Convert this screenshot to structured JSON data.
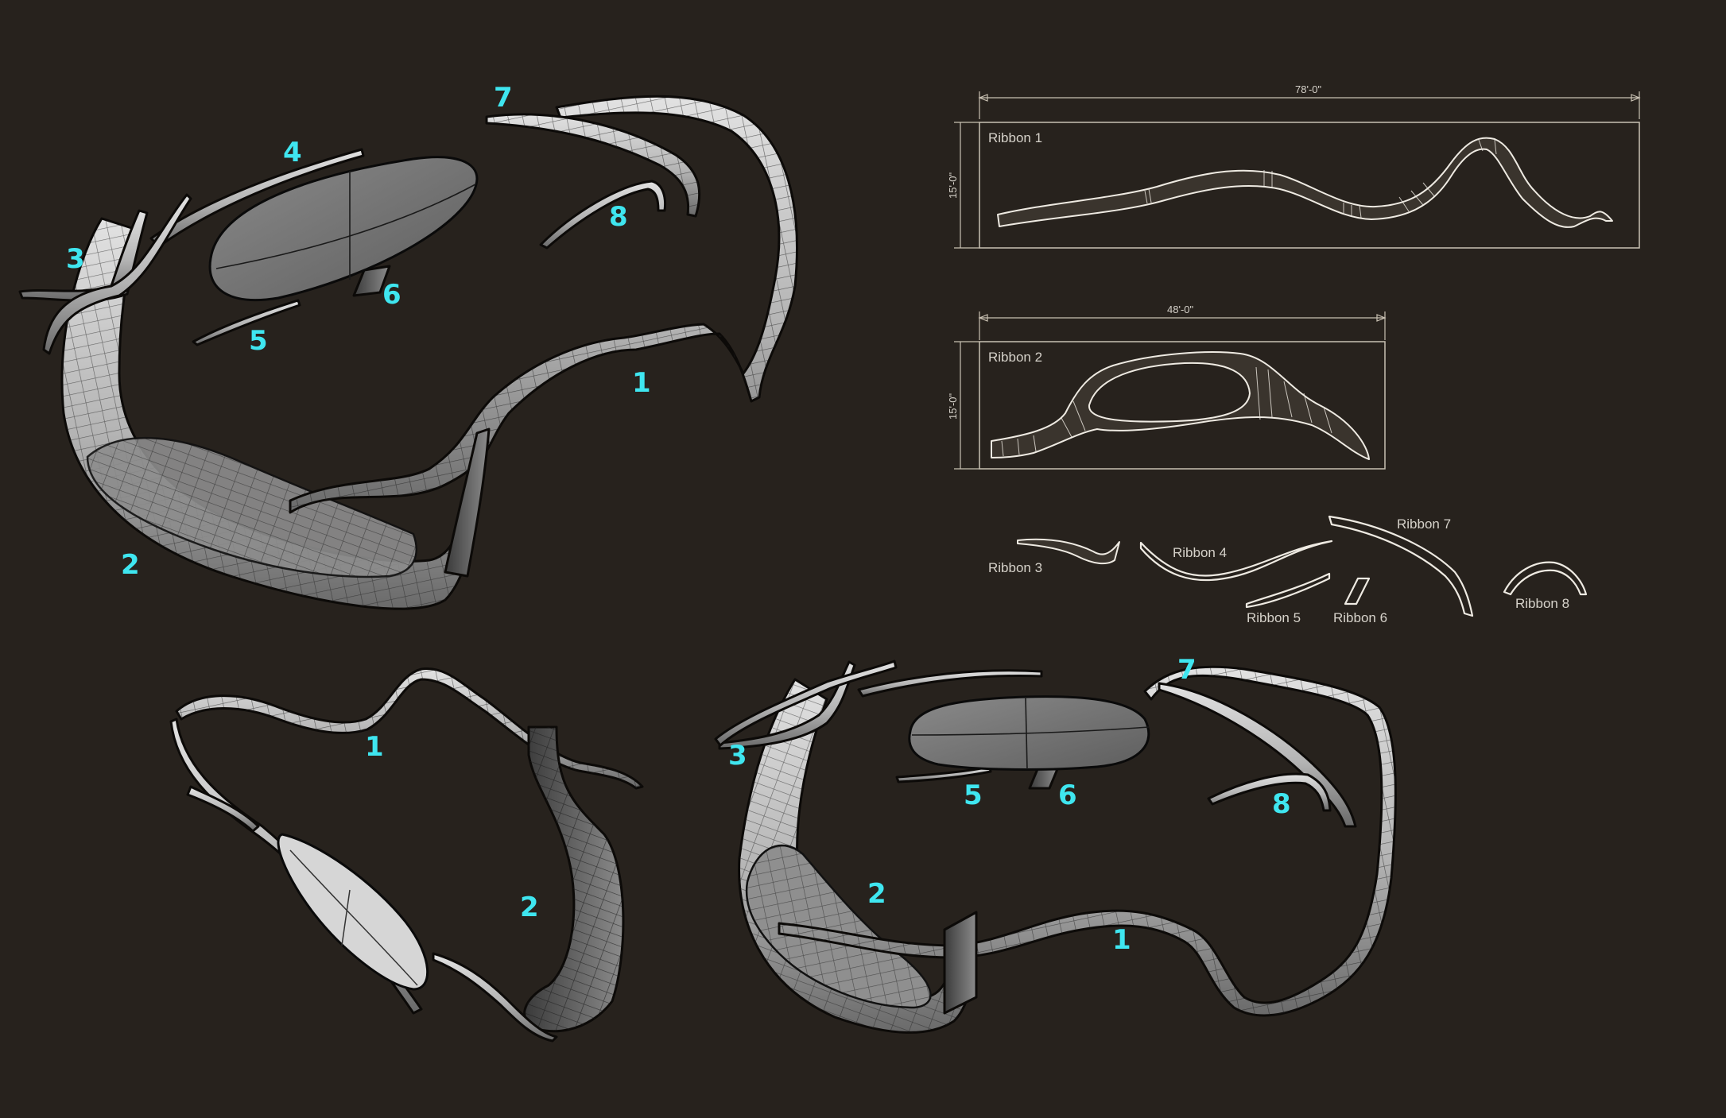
{
  "colors": {
    "background": "#27221d",
    "callout": "#3fe6f0",
    "ribbon_fill": "#c9c9c9",
    "ribbon_shadow": "#6e6e6e",
    "canopy_fill": "#7a7a7a",
    "drawing_line": "#eeeae2"
  },
  "views": {
    "top_left": {
      "callouts": [
        "1",
        "2",
        "3",
        "4",
        "5",
        "6",
        "7",
        "8"
      ]
    },
    "bottom_left": {
      "callouts": [
        "1",
        "2"
      ]
    },
    "bottom_right": {
      "callouts": [
        "1",
        "2",
        "3",
        "5",
        "6",
        "7",
        "8"
      ]
    }
  },
  "flat_pattern": {
    "ribbon1": {
      "label": "Ribbon 1",
      "width_dim": "78'-0\"",
      "height_dim": "15'-0\""
    },
    "ribbon2": {
      "label": "Ribbon 2",
      "width_dim": "48'-0\"",
      "height_dim": "15'-0\""
    },
    "small_pieces": [
      "Ribbon 3",
      "Ribbon 4",
      "Ribbon 5",
      "Ribbon 6",
      "Ribbon 7",
      "Ribbon 8"
    ]
  }
}
